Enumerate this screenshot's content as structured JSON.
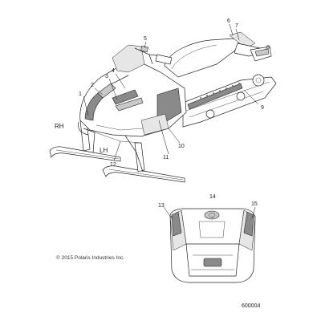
{
  "callouts": {
    "c1": "1",
    "c2": "2",
    "c3": "3",
    "c4": "4",
    "c5": "5",
    "c6": "6",
    "c7": "7",
    "c8": "8",
    "c9": "9",
    "c10": "10",
    "c11": "11",
    "c12": "12",
    "c13": "13",
    "c14": "14",
    "c15": "15"
  },
  "side_labels": {
    "right": "RH",
    "left": "LH"
  },
  "copyright": "© 2015 Polaris Industries Inc.",
  "figure_number": "600004"
}
